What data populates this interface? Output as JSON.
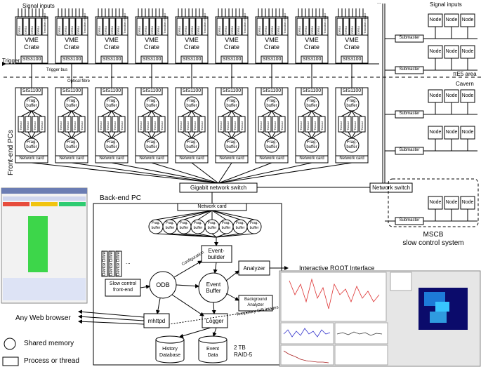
{
  "top": {
    "signal_inputs_left": "Signal inputs",
    "signal_inputs_right": "Signal inputs",
    "trigger": "Trigger",
    "trigger_bus": "Trigger bus",
    "optical_fibre": "Optical fibre",
    "area_top": "πE5 area",
    "area_bottom": "Cavern",
    "ellipsis": "..."
  },
  "crate": {
    "name_line1": "VME",
    "name_line2": "Crate",
    "sis3100": "SIS3100",
    "drs4": "DRS4",
    "transition_board": "Transition board"
  },
  "frontend": {
    "side_label": "Front-end PCs",
    "sis1100": "SIS1100",
    "frag_buffer_line1": "Frag.",
    "frag_buffer_line2": "buffer",
    "thread": "Thread",
    "network_card": "Network card"
  },
  "switches": {
    "gigabit": "Gigabit network switch",
    "network": "Network switch"
  },
  "mscb": {
    "submaster": "Submaster",
    "node": "Node",
    "title_line1": "MSCB",
    "title_line2": "slow control system"
  },
  "backend": {
    "title": "Back-end PC",
    "network_card": "Network card",
    "frag_buffer_line1": "Frag.",
    "frag_buffer_line2": "buffer",
    "device_driver": "Device Driver",
    "event_builder_line1": "Event-",
    "event_builder_line2": "builder",
    "slow_control_line1": "Slow control",
    "slow_control_line2": "front-end",
    "odb": "ODB",
    "event_buffer_line1": "Event",
    "event_buffer_line2": "Buffer",
    "analyzer": "Analyzer",
    "background_analyzer_line1": "Background",
    "background_analyzer_line2": "Analyzer",
    "configuration": "Configuration",
    "mhttpd": "mhttpd",
    "logger": "Logger",
    "temporary_gif_images": "Temporary GIF images",
    "history_line1": "History",
    "history_line2": "Database",
    "event_data_line1": "Event",
    "event_data_line2": "Data",
    "raid_line1": "2 TB",
    "raid_line2": "RAID-5"
  },
  "outside": {
    "web_browser": "Any Web browser",
    "root_interface": "Interactive ROOT Interface"
  },
  "legend": {
    "shared_memory": "Shared memory",
    "process": "Process or thread"
  }
}
